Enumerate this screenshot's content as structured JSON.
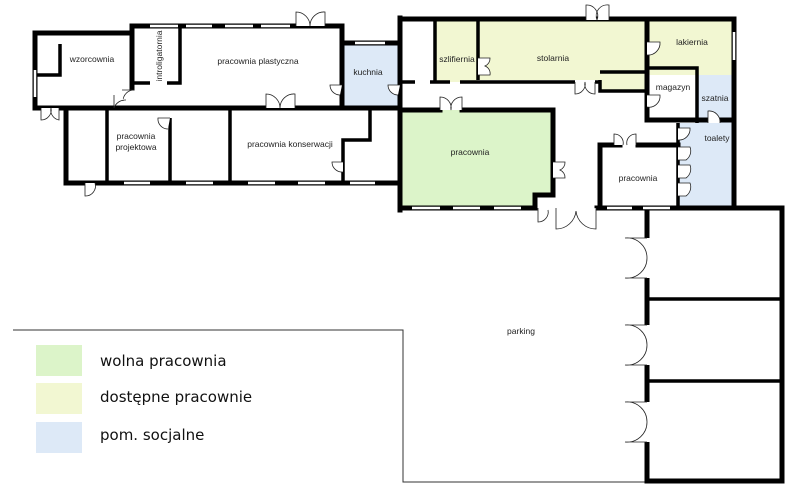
{
  "rooms": {
    "wzorcownia": "wzorcownia",
    "introligatornia": "introligatornia",
    "pracownia_plastyczna": "pracownia plastyczna",
    "kuchnia": "kuchnia",
    "pracownia_projektowa_1": "pracownia",
    "pracownia_projektowa_2": "projektowa",
    "pracownia_konserwacji": "pracownia konserwacji",
    "szlifiernia": "szlifiernia",
    "stolarnia": "stolarnia",
    "lakiernia": "lakiernia",
    "magazyn": "magazyn",
    "szatnia": "szatnia",
    "toalety": "toalety",
    "pracownia_large": "pracownia",
    "pracownia_small": "pracownia",
    "parking": "parking"
  },
  "legend": [
    {
      "label": "wolna pracownia",
      "color": "#dcf4c9"
    },
    {
      "label": "dostępne pracownie",
      "color": "#f2f7d2"
    },
    {
      "label": "pom. socjalne",
      "color": "#dde9f7"
    }
  ]
}
